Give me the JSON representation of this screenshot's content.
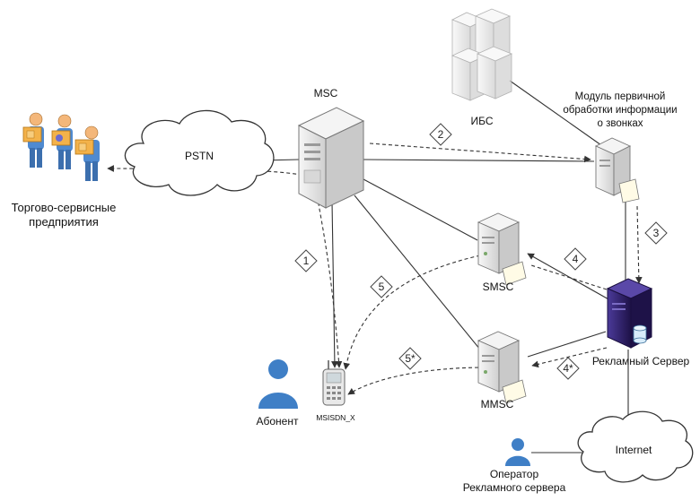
{
  "labels": {
    "msc": "MSC",
    "pstn": "PSTN",
    "ibs": "ИБС",
    "module_line1": "Модуль первичной",
    "module_line2": "обработки информации",
    "module_line3": "о звонках",
    "merchants_line1": "Торгово-сервисные",
    "merchants_line2": "предприятия",
    "smsc": "SMSC",
    "mmsc": "MMSC",
    "ad_server": "Рекламный Сервер",
    "subscriber": "Абонент",
    "phone_id": "MSISDN_X",
    "internet": "Internet",
    "operator_line1": "Оператор",
    "operator_line2": "Рекламного сервера"
  },
  "steps": [
    "1",
    "2",
    "3",
    "4",
    "4*",
    "5",
    "5*"
  ],
  "colors": {
    "line": "#333333",
    "server": "#e4e4e4",
    "server_dark": "#bdbdbd",
    "ad_server": "#2e1f6b",
    "person": "#3f7fc6",
    "box": "#f3b24a"
  }
}
